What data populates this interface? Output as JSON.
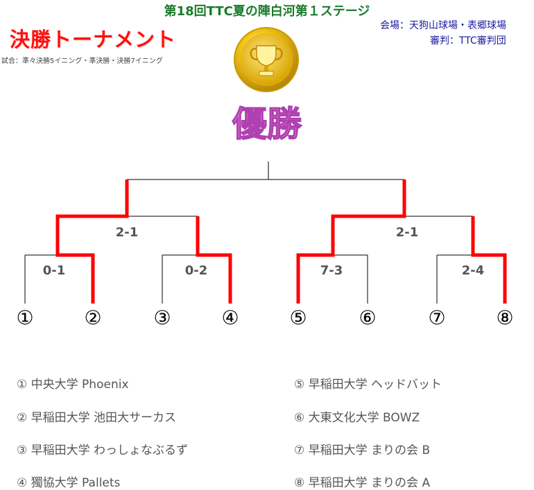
{
  "header": {
    "title": "第18回TTC夏の陣白河第１ステージ",
    "venue": "会場：天狗山球場・表郷球場",
    "umpires": "審判：TTC審判団",
    "tournament": "決勝トーナメント",
    "rules": "試合：準々決勝5イニング・準決勝・決勝7イニング"
  },
  "champion_label": "優勝",
  "bracket": {
    "seeds": [
      "①",
      "②",
      "③",
      "④",
      "⑤",
      "⑥",
      "⑦",
      "⑧"
    ],
    "quarterfinal_scores": [
      "0-1",
      "0-2",
      "7-3",
      "2-4"
    ],
    "semifinal_scores": [
      "2-1",
      "2-1"
    ],
    "winner_color": "#ff0000",
    "line_color": "#000000"
  },
  "teams": [
    {
      "seed": "①",
      "name": "中央大学 Phoenix"
    },
    {
      "seed": "②",
      "name": "早稲田大学 池田大サーカス"
    },
    {
      "seed": "③",
      "name": "早稲田大学 わっしょなぶるず"
    },
    {
      "seed": "④",
      "name": "獨協大学 Pallets"
    },
    {
      "seed": "⑤",
      "name": "早稲田大学 ヘッドバット"
    },
    {
      "seed": "⑥",
      "name": "大東文化大学 BOWZ"
    },
    {
      "seed": "⑦",
      "name": "早稲田大学 まりの会 B"
    },
    {
      "seed": "⑧",
      "name": "早稲田大学 まりの会 A"
    }
  ],
  "colors": {
    "title": "#1a7a2a",
    "venue": "#1a1aa0",
    "tournament": "#ff1010",
    "champion": "#e070e0"
  }
}
